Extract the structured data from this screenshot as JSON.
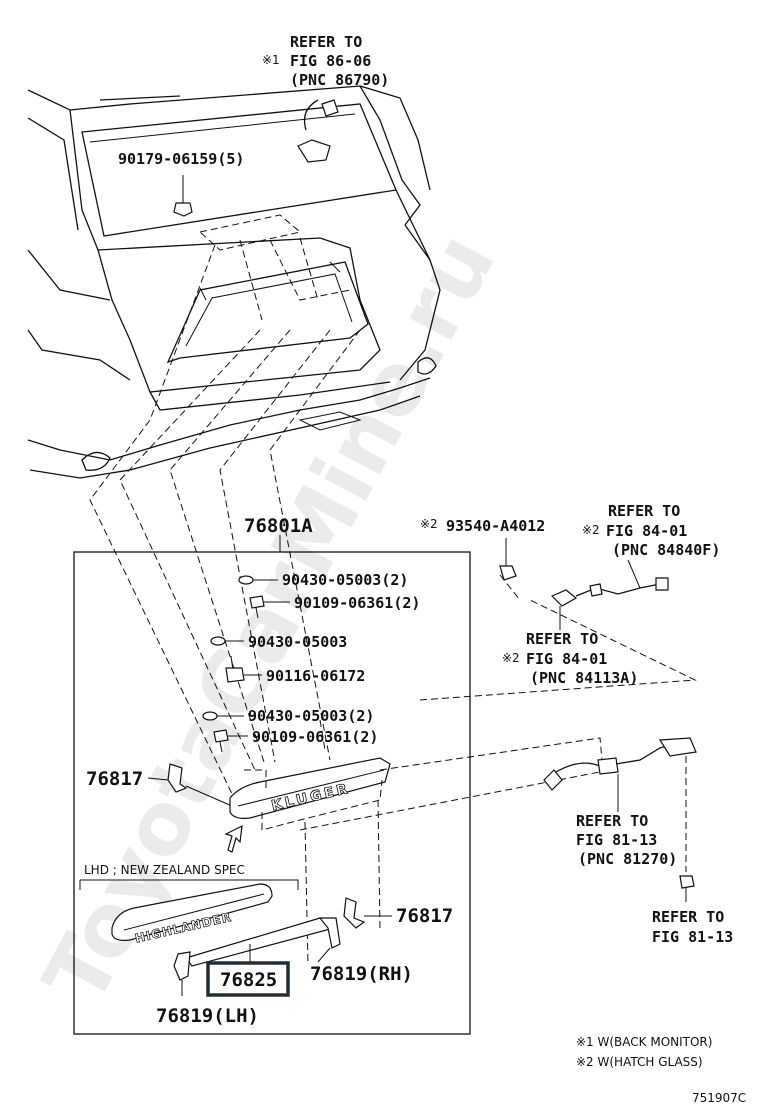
{
  "labels": {
    "refer_top_1": "REFER TO",
    "refer_top_2": "FIG 86-06",
    "refer_top_3": "(PNC 86790)",
    "note_mark_1": "※1",
    "note_mark_2a": "※2",
    "note_mark_2b": "※2",
    "note_mark_2c": "※2",
    "p90179": "90179-06159(5)",
    "p76801a": "76801A",
    "p90430_a": "90430-05003(2)",
    "p90109_a": "90109-06361(2)",
    "p90430_b": "90430-05003",
    "p90116": "90116-06172",
    "p90430_c": "90430-05003(2)",
    "p90109_b": "90109-06361(2)",
    "p76817_l": "76817",
    "p76817_r": "76817",
    "p93540": "93540-A4012",
    "refer_8401a_1": "REFER TO",
    "refer_8401a_2": "FIG 84-01",
    "refer_8401a_3": "(PNC 84840F)",
    "refer_8401b_1": "REFER TO",
    "refer_8401b_2": "FIG 84-01",
    "refer_8401b_3": "(PNC 84113A)",
    "refer_8113a_1": "REFER TO",
    "refer_8113a_2": "FIG 81-13",
    "refer_8113a_3": "(PNC 81270)",
    "refer_8113b_1": "REFER TO",
    "refer_8113b_2": "FIG 81-13",
    "spec_note": "LHD ; NEW ZEALAND SPEC",
    "p76825": "76825",
    "p76819_rh": "76819(RH)",
    "p76819_lh": "76819(LH)",
    "emblem_kluger": "KLUGER",
    "emblem_highlander": "HIGHLANDER",
    "legend_1": "※1 W(BACK MONITOR)",
    "legend_2": "※2 W(HATCH GLASS)",
    "figure_code": "751907C",
    "watermark": "ToyotaCarMine.ru"
  },
  "colors": {
    "ink": "#111111",
    "highlight_box": "#1f2f3a",
    "watermark": "#d9d9d9"
  }
}
